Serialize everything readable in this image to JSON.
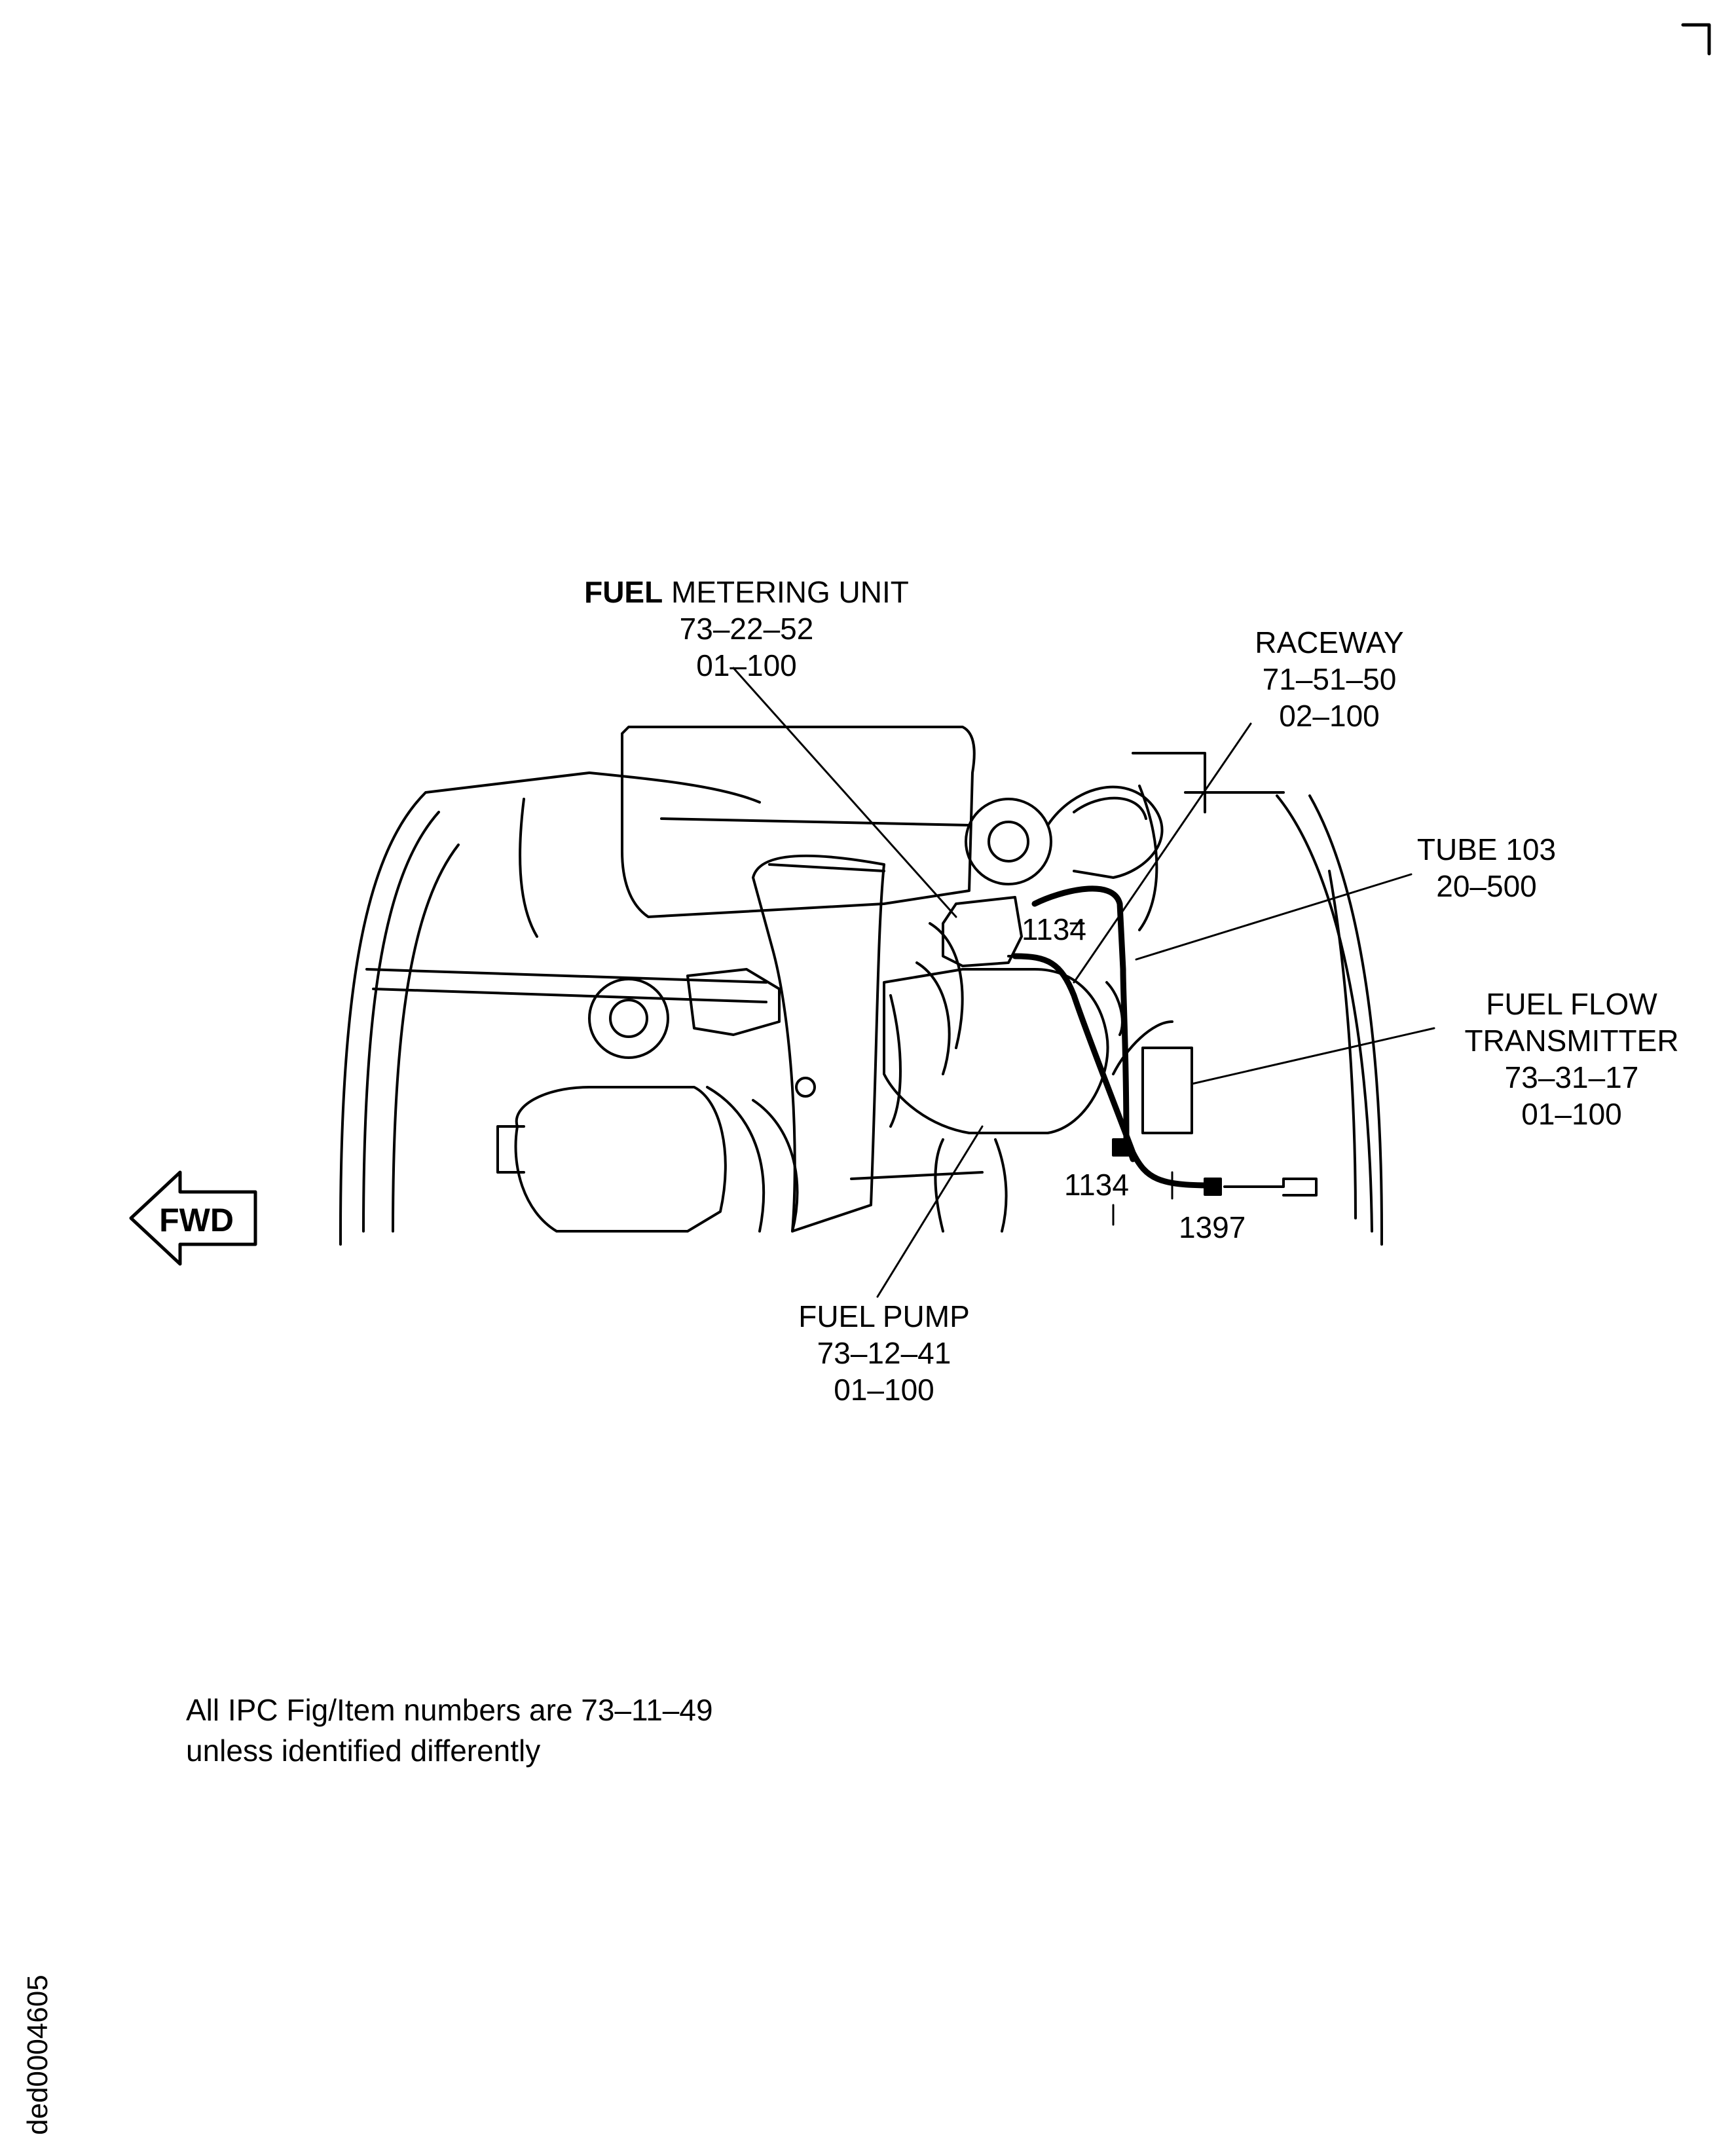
{
  "labels": {
    "fuel_metering_unit": {
      "l1_bold": "FUEL",
      "l1_rest": " METERING UNIT",
      "l2": "73–22–52",
      "l3": "01–100"
    },
    "raceway": {
      "l1": "RACEWAY",
      "l2": "71–51–50",
      "l3": "02–100"
    },
    "tube": {
      "l1": "TUBE 103",
      "l2": "20–500"
    },
    "fuel_flow_transmitter": {
      "l1": "FUEL FLOW",
      "l2": "TRANSMITTER",
      "l3": "73–31–17",
      "l4": "01–100"
    },
    "fuel_pump": {
      "l1": "FUEL PUMP",
      "l2": "73–12–41",
      "l3": "01–100"
    }
  },
  "item_numbers": {
    "upper_1134": "1134",
    "lower_1134": "1134",
    "item_1397": "1397"
  },
  "fwd_arrow": "FWD",
  "note": {
    "line1": "All IPC Fig/Item numbers are 73–11–49",
    "line2": "unless identified differently"
  },
  "figure_code": "ded0004605"
}
